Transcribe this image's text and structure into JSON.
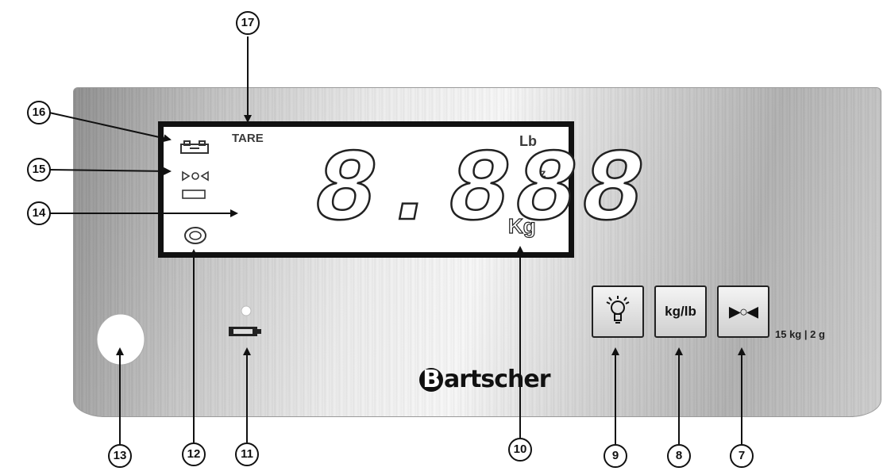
{
  "display": {
    "tare_label": "TARE",
    "unit_lb": "Lb",
    "unit_oz": "oz",
    "unit_kg": "Kg",
    "reading": "8.888"
  },
  "buttons": {
    "light_icon": "bulb-icon",
    "unit_label": "kg/lb",
    "zero_label": "▶○◀"
  },
  "capacity": "15 kg | 2 g",
  "brand": {
    "initial": "B",
    "rest": "artscher"
  },
  "callouts": [
    "⑰",
    "⑯",
    "⑮",
    "⑭",
    "⑬",
    "⑫",
    "⑪",
    "⑩",
    "⑨",
    "⑧",
    "⑦"
  ],
  "callout_numbers": [
    "17",
    "16",
    "15",
    "14",
    "13",
    "12",
    "11",
    "10",
    "9",
    "8",
    "7"
  ],
  "colors": {
    "lcd_frame": "#111111",
    "panel_light": "#f8f8f8",
    "panel_dark": "#8e8e8e"
  }
}
